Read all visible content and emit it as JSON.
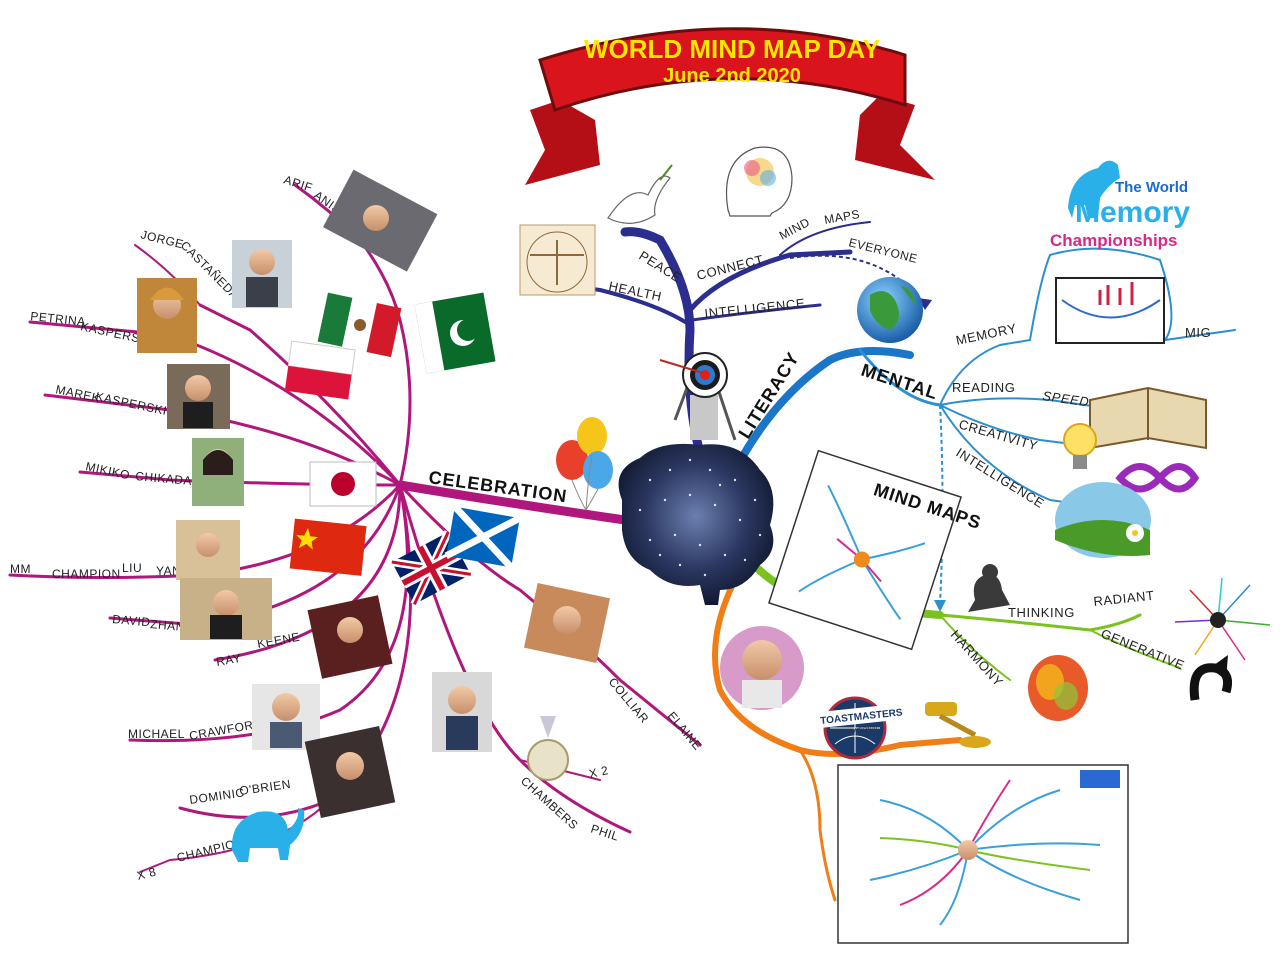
{
  "banner": {
    "title": "WORLD MIND MAP DAY",
    "date": "June 2nd 2020"
  },
  "center": {
    "name": "brain"
  },
  "branches": {
    "celebration": "CELEBRATION",
    "literacy": "LITERACY",
    "mental": "MENTAL",
    "mind_maps": "MIND MAPS"
  },
  "top_branch": {
    "peace": "PEACE",
    "connect": "CONNECT",
    "mind": "MIND",
    "maps": "MAPS",
    "everyone": "EVERYONE",
    "health": "HEALTH",
    "intelligence": "INTELLIGENCE"
  },
  "mental_branch": {
    "memory": "MEMORY",
    "mig": "MIG",
    "reading": "READING",
    "speed": "SPEED",
    "creativity": "CREATIVITY",
    "intelligence": "INTELLIGENCE"
  },
  "thinking_branch": {
    "thinking": "THINKING",
    "radiant": "RADIANT",
    "generative": "GENERATIVE",
    "harmony": "HARMONY"
  },
  "wmc_logo": {
    "line1": "The World",
    "line2": "Memory",
    "line3": "Championships"
  },
  "toastmasters": {
    "label": "TOASTMASTERS",
    "sub": "INTERNATIONAL"
  },
  "people": {
    "arif": "ARIF",
    "anis": "ANIS",
    "jorge": "JORGE",
    "castaneda": "CASTAÑEDA",
    "petrina": "PETRINA",
    "petrina_kasperski": "KASPERSKI",
    "marek": "MAREK",
    "marek_kasperski": "KASPERSKI",
    "mikiko": "MIKIKO",
    "chikada": "CHIKADA",
    "mm": "MM",
    "champion_liu": "CHAMPION",
    "liu": "LIU",
    "yan": "YAN",
    "david": "DAVID",
    "zhang": "ZHANG",
    "ray": "RAY",
    "keene": "KEENE",
    "michael": "MICHAEL",
    "crawford": "CRAWFORD",
    "dominic": "DOMINIC",
    "obrien": "O'BRIEN",
    "x8": "X 8",
    "champion": "CHAMPION",
    "colliar": "COLLIAR",
    "elaine": "ELAINE",
    "chambers": "CHAMBERS",
    "phil": "PHIL",
    "x2": "X 2"
  },
  "colors": {
    "celebration": "#b0177c",
    "top": "#2b2e8f",
    "literacy": "#1b75c9",
    "mental": "#2b8fd0",
    "green": "#7ac31e",
    "orange": "#f07d16",
    "banner_red": "#d9141c",
    "banner_text": "#ffe600"
  }
}
